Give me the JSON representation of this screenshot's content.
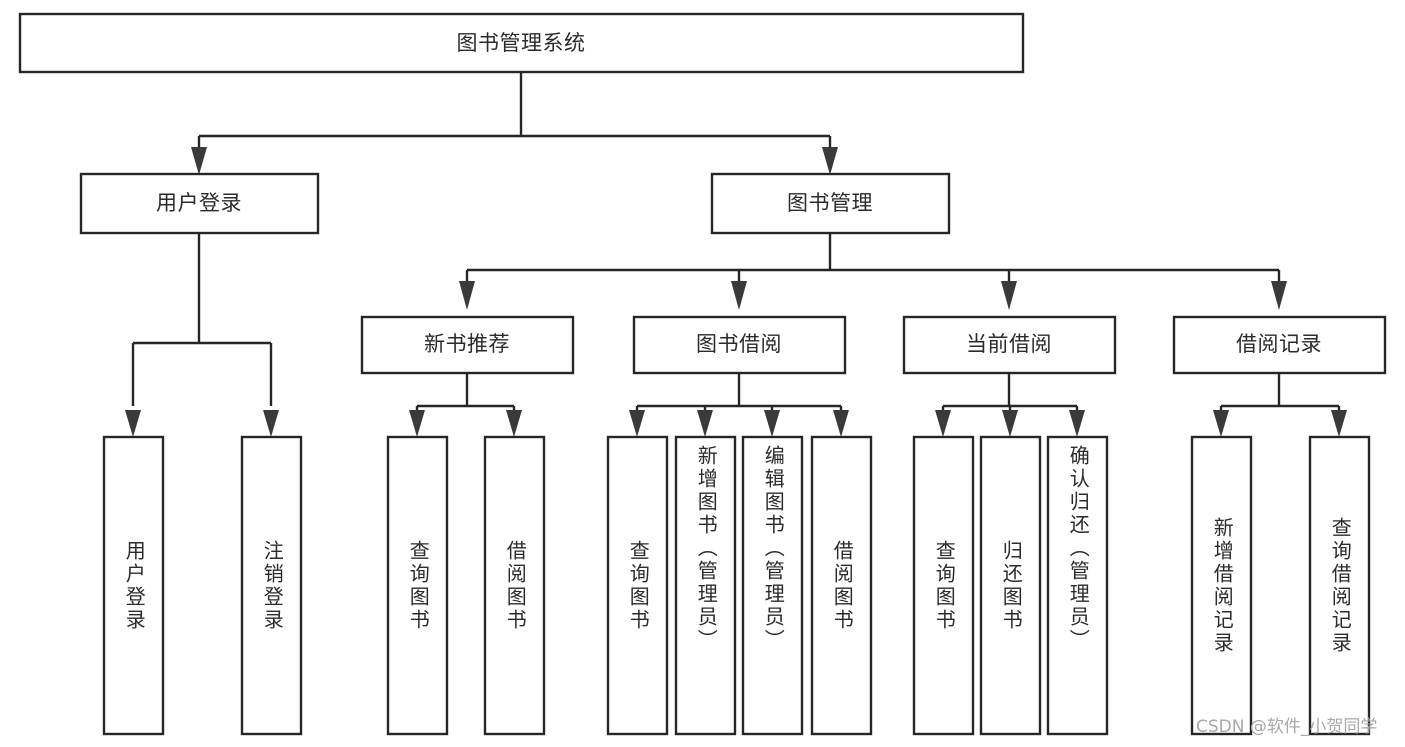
{
  "diagram": {
    "type": "tree-hierarchy",
    "title_node": {
      "id": "root",
      "label": "图书管理系统"
    },
    "level2": [
      {
        "id": "user-login",
        "label": "用户登录"
      },
      {
        "id": "book-manage",
        "label": "图书管理"
      }
    ],
    "level3": [
      {
        "id": "new-book-rec",
        "label": "新书推荐",
        "parent": "book-manage"
      },
      {
        "id": "book-borrow",
        "label": "图书借阅",
        "parent": "book-manage"
      },
      {
        "id": "current-borrow",
        "label": "当前借阅",
        "parent": "book-manage"
      },
      {
        "id": "borrow-record",
        "label": "借阅记录",
        "parent": "book-manage"
      }
    ],
    "leaves": [
      {
        "id": "leaf-user-login",
        "label": "用户登录",
        "parent": "user-login"
      },
      {
        "id": "leaf-logout",
        "label": "注销登录",
        "parent": "user-login"
      },
      {
        "id": "leaf-query-book-1",
        "label": "查询图书",
        "parent": "new-book-rec"
      },
      {
        "id": "leaf-borrow-book-1",
        "label": "借阅图书",
        "parent": "new-book-rec"
      },
      {
        "id": "leaf-query-book-2",
        "label": "查询图书",
        "parent": "book-borrow"
      },
      {
        "id": "leaf-add-book",
        "label": "新增图书（管理员）",
        "parent": "book-borrow"
      },
      {
        "id": "leaf-edit-book",
        "label": "编辑图书（管理员）",
        "parent": "book-borrow"
      },
      {
        "id": "leaf-borrow-book-2",
        "label": "借阅图书",
        "parent": "book-borrow"
      },
      {
        "id": "leaf-query-book-3",
        "label": "查询图书",
        "parent": "current-borrow"
      },
      {
        "id": "leaf-return-book",
        "label": "归还图书",
        "parent": "current-borrow"
      },
      {
        "id": "leaf-confirm-return",
        "label": "确认归还（管理员）",
        "parent": "current-borrow"
      },
      {
        "id": "leaf-add-record",
        "label": "新增借阅记录",
        "parent": "borrow-record"
      },
      {
        "id": "leaf-query-record",
        "label": "查询借阅记录",
        "parent": "borrow-record"
      }
    ]
  },
  "watermark": {
    "text": "CSDN @软件_小贺同学"
  },
  "colors": {
    "box_stroke": "#262626",
    "box_fill": "#ffffff",
    "text": "#2b2b2b",
    "watermark": "#a8a8a8",
    "background": "#ffffff"
  }
}
